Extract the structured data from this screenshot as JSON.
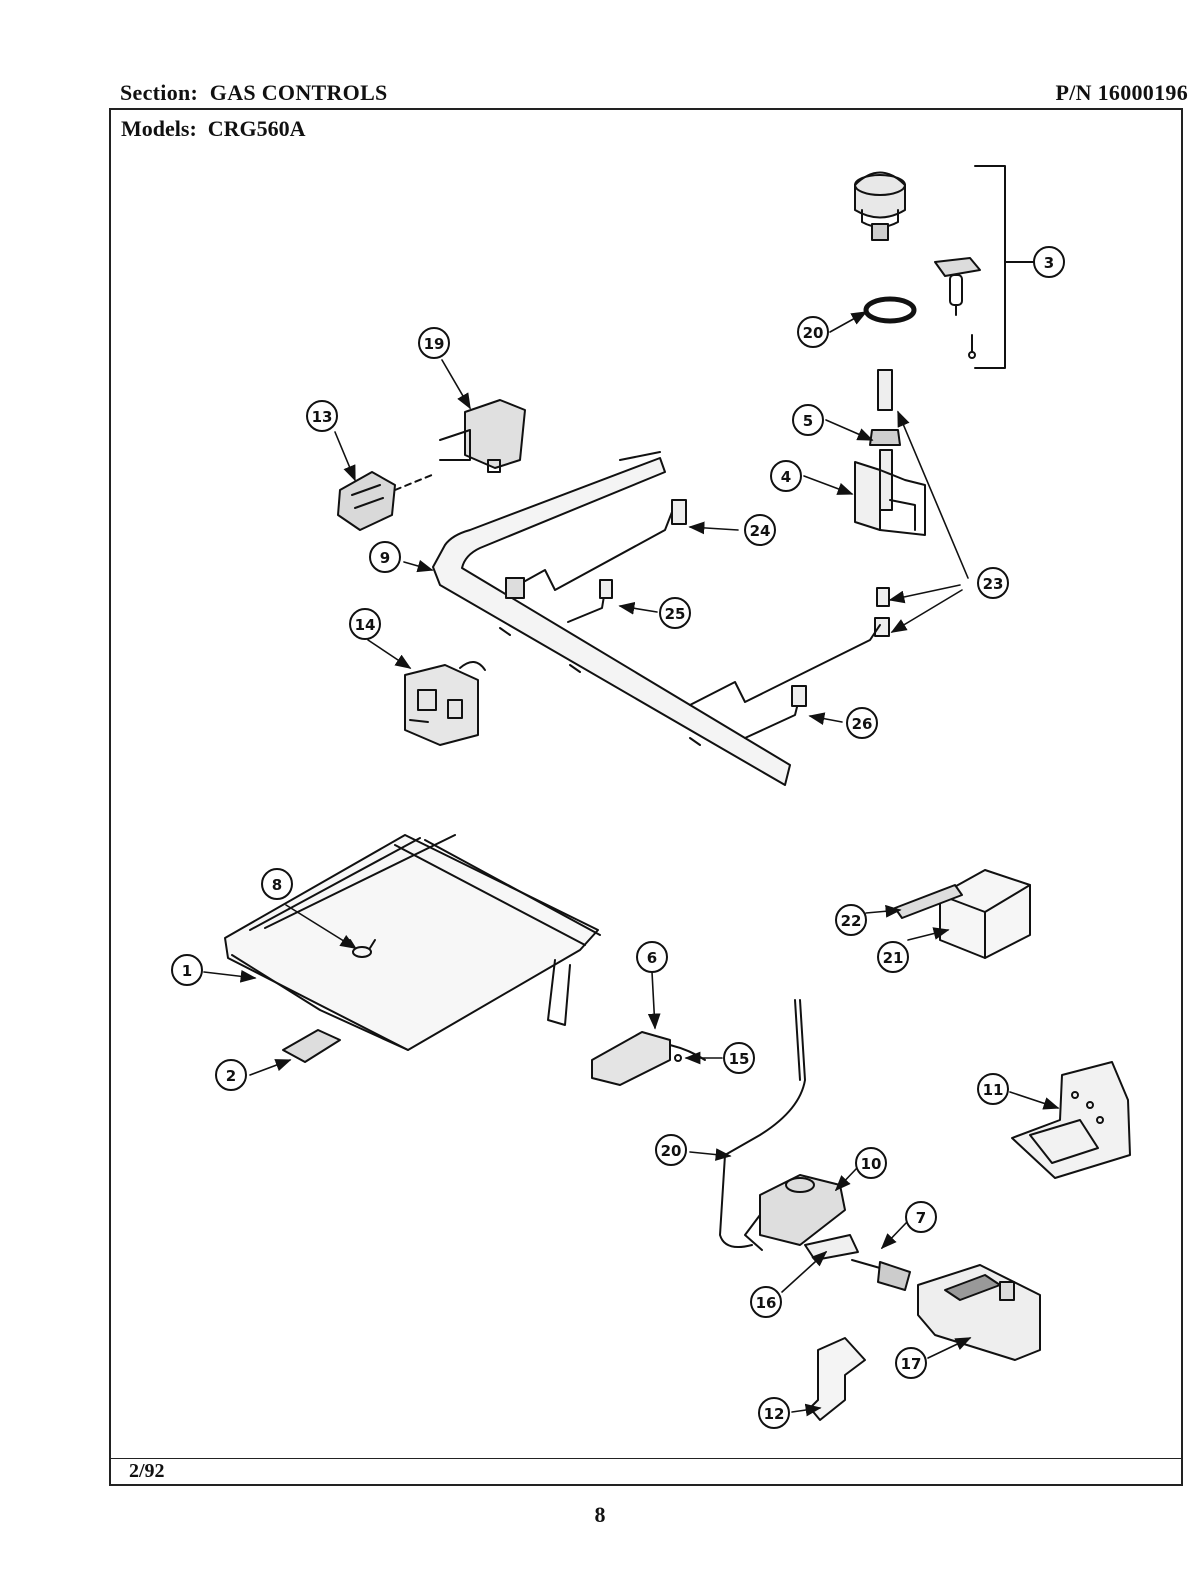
{
  "header": {
    "section_label": "Section:",
    "section_name": "GAS CONTROLS",
    "part_number": "P/N 16000196"
  },
  "models": {
    "label": "Models:",
    "value": "CRG560A"
  },
  "footer": {
    "date": "2/92",
    "page_number": "8"
  },
  "callouts": {
    "c1": "1",
    "c2": "2",
    "c3": "3",
    "c4": "4",
    "c5": "5",
    "c6": "6",
    "c7": "7",
    "c8": "8",
    "c9": "9",
    "c10": "10",
    "c11": "11",
    "c12": "12",
    "c13": "13",
    "c14": "14",
    "c15": "15",
    "c16": "16",
    "c17": "17",
    "c19": "19",
    "c20a": "20",
    "c20b": "20",
    "c21": "21",
    "c22": "22",
    "c23": "23",
    "c24": "24",
    "c25": "25",
    "c26": "26"
  }
}
